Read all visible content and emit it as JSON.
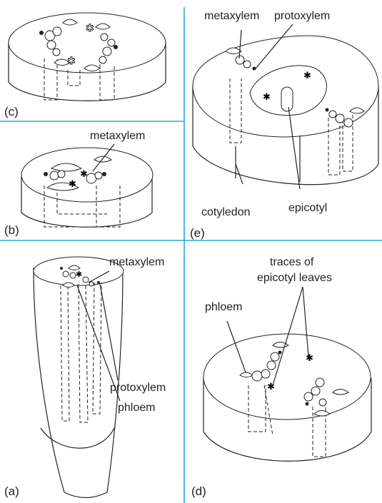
{
  "labels": {
    "panel_a": "(a)",
    "panel_b": "(b)",
    "panel_c": "(c)",
    "panel_d": "(d)",
    "panel_e": "(e)",
    "metaxylem_b": "metaxylem",
    "metaxylem_a": "metaxylem",
    "protoxylem_a": "protoxylem",
    "phloem_a": "phloem",
    "metaxylem_e": "metaxylem",
    "protoxylem_e": "protoxylem",
    "cotyledon_e": "cotyledon",
    "epicotyl_e": "epicotyl",
    "phloem_d": "phloem",
    "traces_line1": "traces of",
    "traces_line2": "epicotyl leaves"
  },
  "colors": {
    "divider": "#2aa7df",
    "ink": "#222222"
  }
}
